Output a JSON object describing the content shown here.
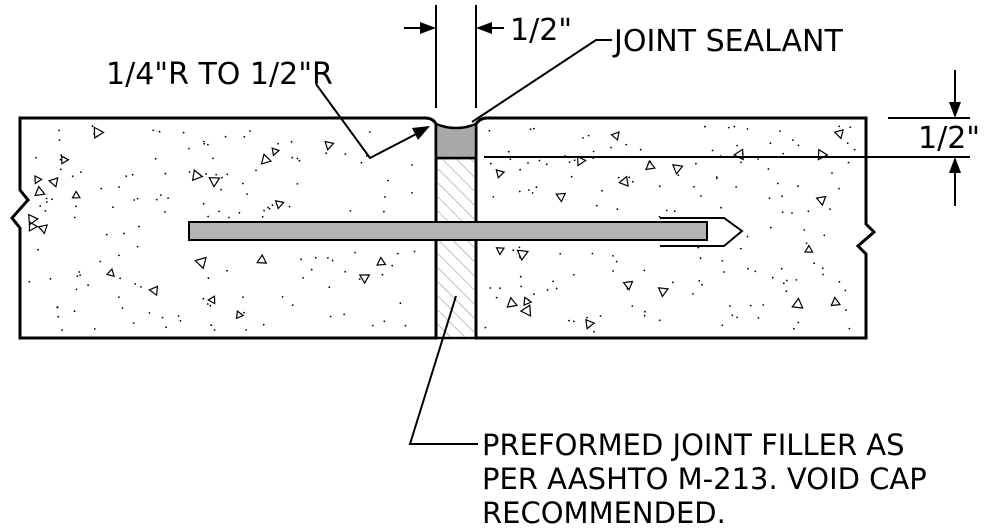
{
  "labels": {
    "joint_width": "1/2\"",
    "joint_sealant": "JOINT SEALANT",
    "radius": "1/4\"R TO 1/2\"R",
    "sealant_depth": "1/2\"",
    "filler_line1": "PREFORMED JOINT FILLER AS",
    "filler_line2": "PER AASHTO M-213. VOID CAP",
    "filler_line3": "RECOMMENDED."
  },
  "colors": {
    "ink": "#000000",
    "sealant_fill": "#a9a9a9",
    "dowel_fill": "#b4b4b4",
    "hatch": "#9a9a9a",
    "background": "#ffffff"
  }
}
